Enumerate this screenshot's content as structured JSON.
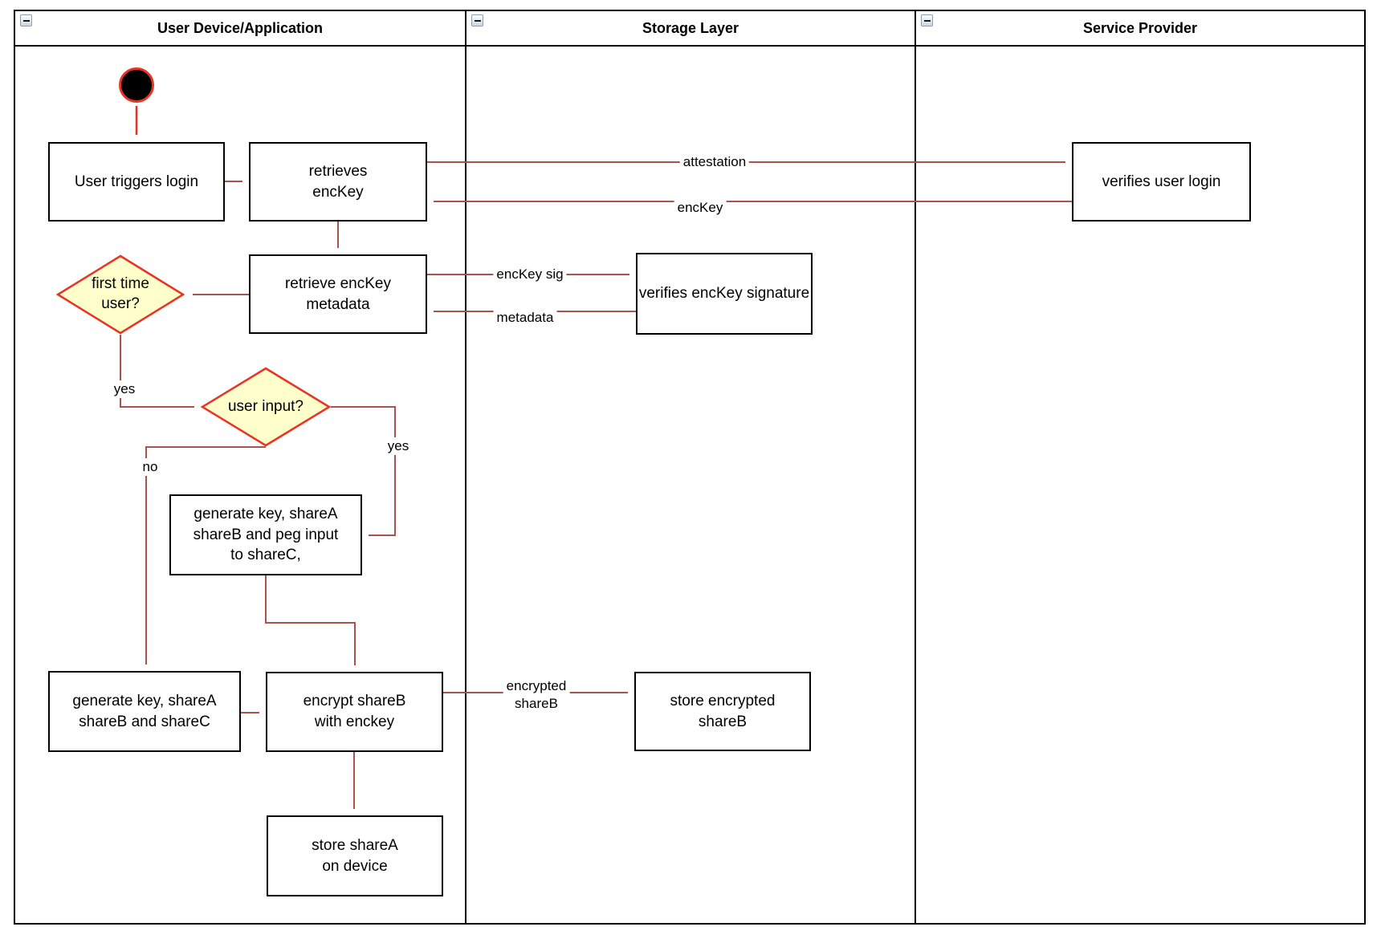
{
  "diagram": {
    "type": "swimlane-flowchart",
    "lanes": [
      {
        "title": "User Device/Application"
      },
      {
        "title": "Storage Layer"
      },
      {
        "title": "Service Provider"
      }
    ],
    "nodes": {
      "user_triggers_login": "User triggers login",
      "retrieves_enckey": "retrieves\nencKey",
      "verifies_user_login": "verifies user login",
      "retrieve_enckey_metadata": "retrieve encKey\nmetadata",
      "verifies_enckey_signature": "verifies encKey signature",
      "first_time_user": "first time\nuser?",
      "user_input": "user input?",
      "generate_peg_input": "generate key, shareA\nshareB and peg input\nto shareC,",
      "generate_sharec": "generate key, shareA\nshareB and shareC",
      "encrypt_shareb": "encrypt shareB\nwith enckey",
      "store_encrypted_shareb": "store encrypted\nshareB",
      "store_sharea": "store shareA\non device"
    },
    "edge_labels": {
      "attestation": "attestation",
      "enckey": "encKey",
      "enckey_sig": "encKey sig",
      "metadata": "metadata",
      "encrypted_shareb": "encrypted\nshareB",
      "yes_first_time": "yes",
      "yes_user_input": "yes",
      "no_user_input": "no"
    },
    "colors": {
      "accent_red": "#ea3323",
      "arrow_brick": "#a9534e",
      "diamond_fill": "#ffffcc",
      "line_black": "#000000"
    }
  }
}
